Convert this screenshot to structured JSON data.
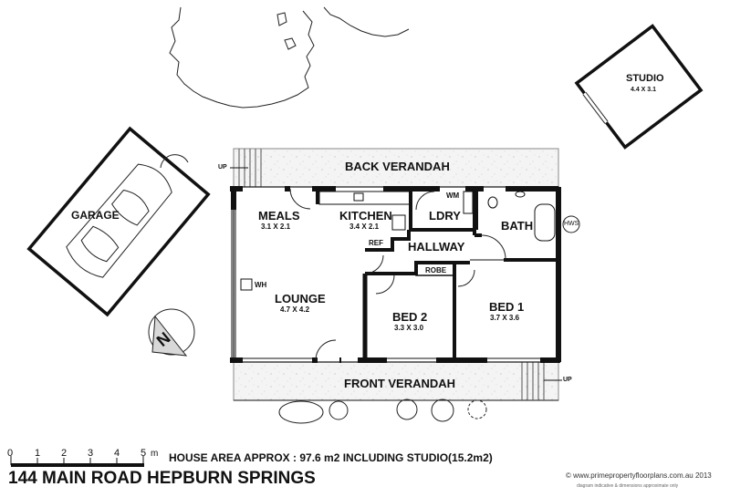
{
  "rooms": {
    "back_verandah": {
      "name": "BACK VERANDAH"
    },
    "front_verandah": {
      "name": "FRONT VERANDAH"
    },
    "meals": {
      "name": "MEALS",
      "size": "3.1 X 2.1"
    },
    "kitchen": {
      "name": "KITCHEN",
      "size": "3.4 X 2.1"
    },
    "laundry": {
      "name": "LDRY"
    },
    "bath": {
      "name": "BATH"
    },
    "hallway": {
      "name": "HALLWAY"
    },
    "robe": {
      "name": "ROBE"
    },
    "lounge": {
      "name": "LOUNGE",
      "size": "4.7 X 4.2"
    },
    "bed2": {
      "name": "BED 2",
      "size": "3.3 X 3.0"
    },
    "bed1": {
      "name": "BED 1",
      "size": "3.7 X 3.6"
    },
    "studio": {
      "name": "STUDIO",
      "size": "4.4 X 3.1"
    },
    "garage": {
      "name": "GARAGE"
    }
  },
  "fixtures": {
    "ref": "REF",
    "wm": "WM",
    "wh": "WH",
    "hws": "HWS",
    "up_back": "UP",
    "up_front": "UP"
  },
  "compass": {
    "label": "N"
  },
  "scale": {
    "ticks": [
      "0",
      "1",
      "2",
      "3",
      "4",
      "5"
    ],
    "unit": "m"
  },
  "footer": {
    "area_note": "HOUSE AREA APPROX : 97.6 m2 INCLUDING STUDIO(15.2m2)",
    "address": "144 MAIN ROAD HEPBURN SPRINGS",
    "copyright": "© www.primepropertyfloorplans.com.au 2013",
    "disclaimer": "diagram indicative & dimensions approximate only"
  }
}
